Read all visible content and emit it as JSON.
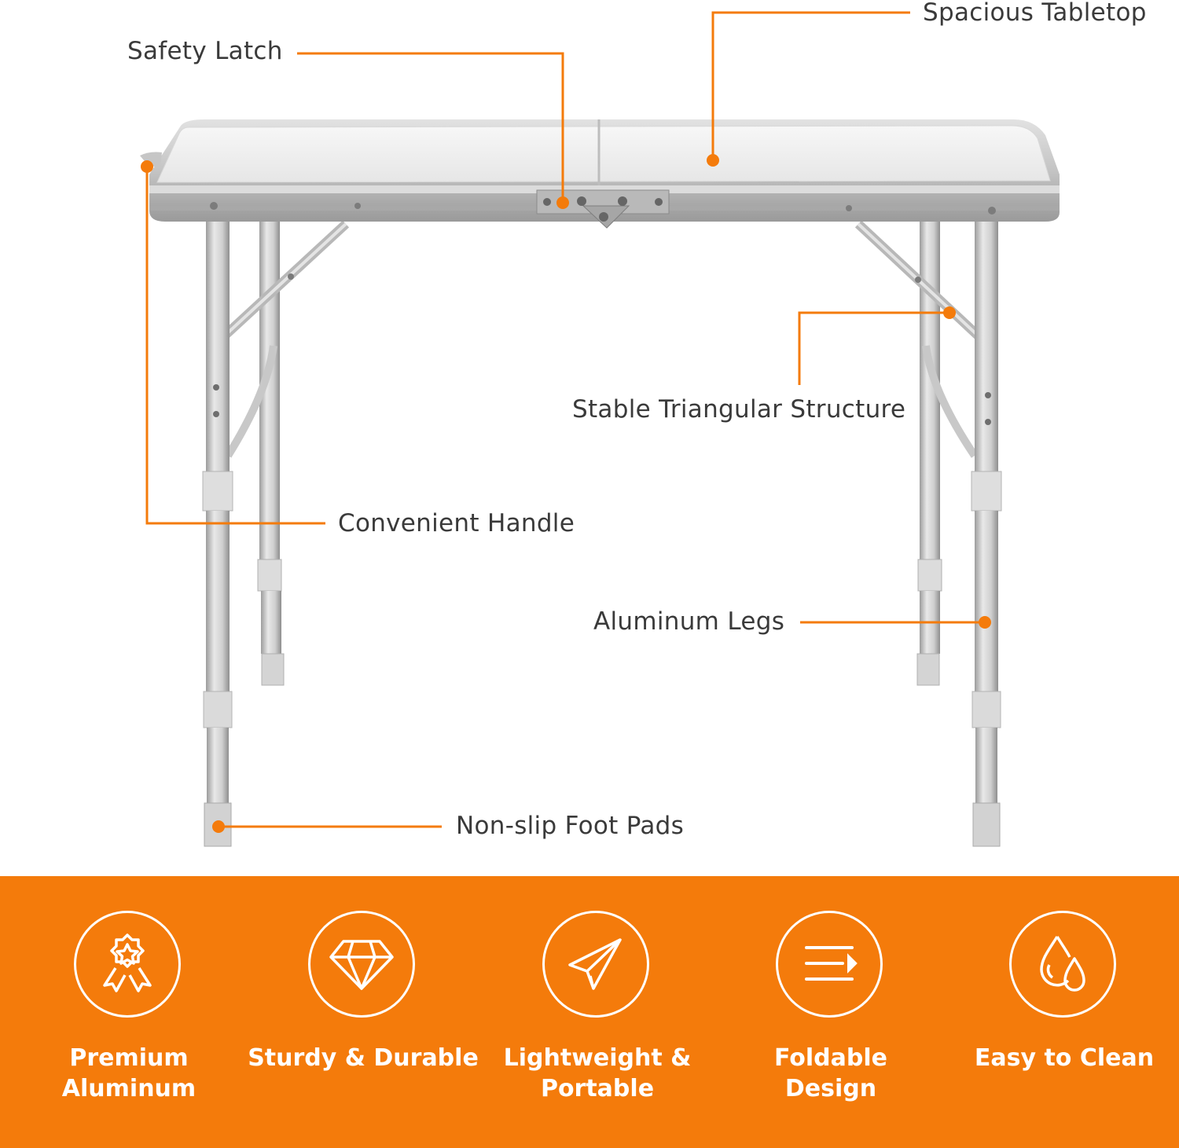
{
  "colors": {
    "accent": "#f47b0b",
    "label_text": "#3a3a3a",
    "band_text": "#ffffff"
  },
  "callouts": {
    "safety_latch": "Safety Latch",
    "spacious_tabletop": "Spacious Tabletop",
    "stable_triangular_structure": "Stable Triangular Structure",
    "convenient_handle": "Convenient Handle",
    "aluminum_legs": "Aluminum Legs",
    "non_slip_foot_pads": "Non-slip Foot Pads"
  },
  "features": [
    {
      "icon": "award-ribbon-icon",
      "lines": [
        "Premium",
        "Aluminum"
      ]
    },
    {
      "icon": "diamond-icon",
      "lines": [
        "Sturdy & Durable"
      ]
    },
    {
      "icon": "paper-plane-icon",
      "lines": [
        "Lightweight &",
        "Portable"
      ]
    },
    {
      "icon": "fold-lines-icon",
      "lines": [
        "Foldable",
        "Design"
      ]
    },
    {
      "icon": "water-drops-icon",
      "lines": [
        "Easy to Clean"
      ]
    }
  ]
}
